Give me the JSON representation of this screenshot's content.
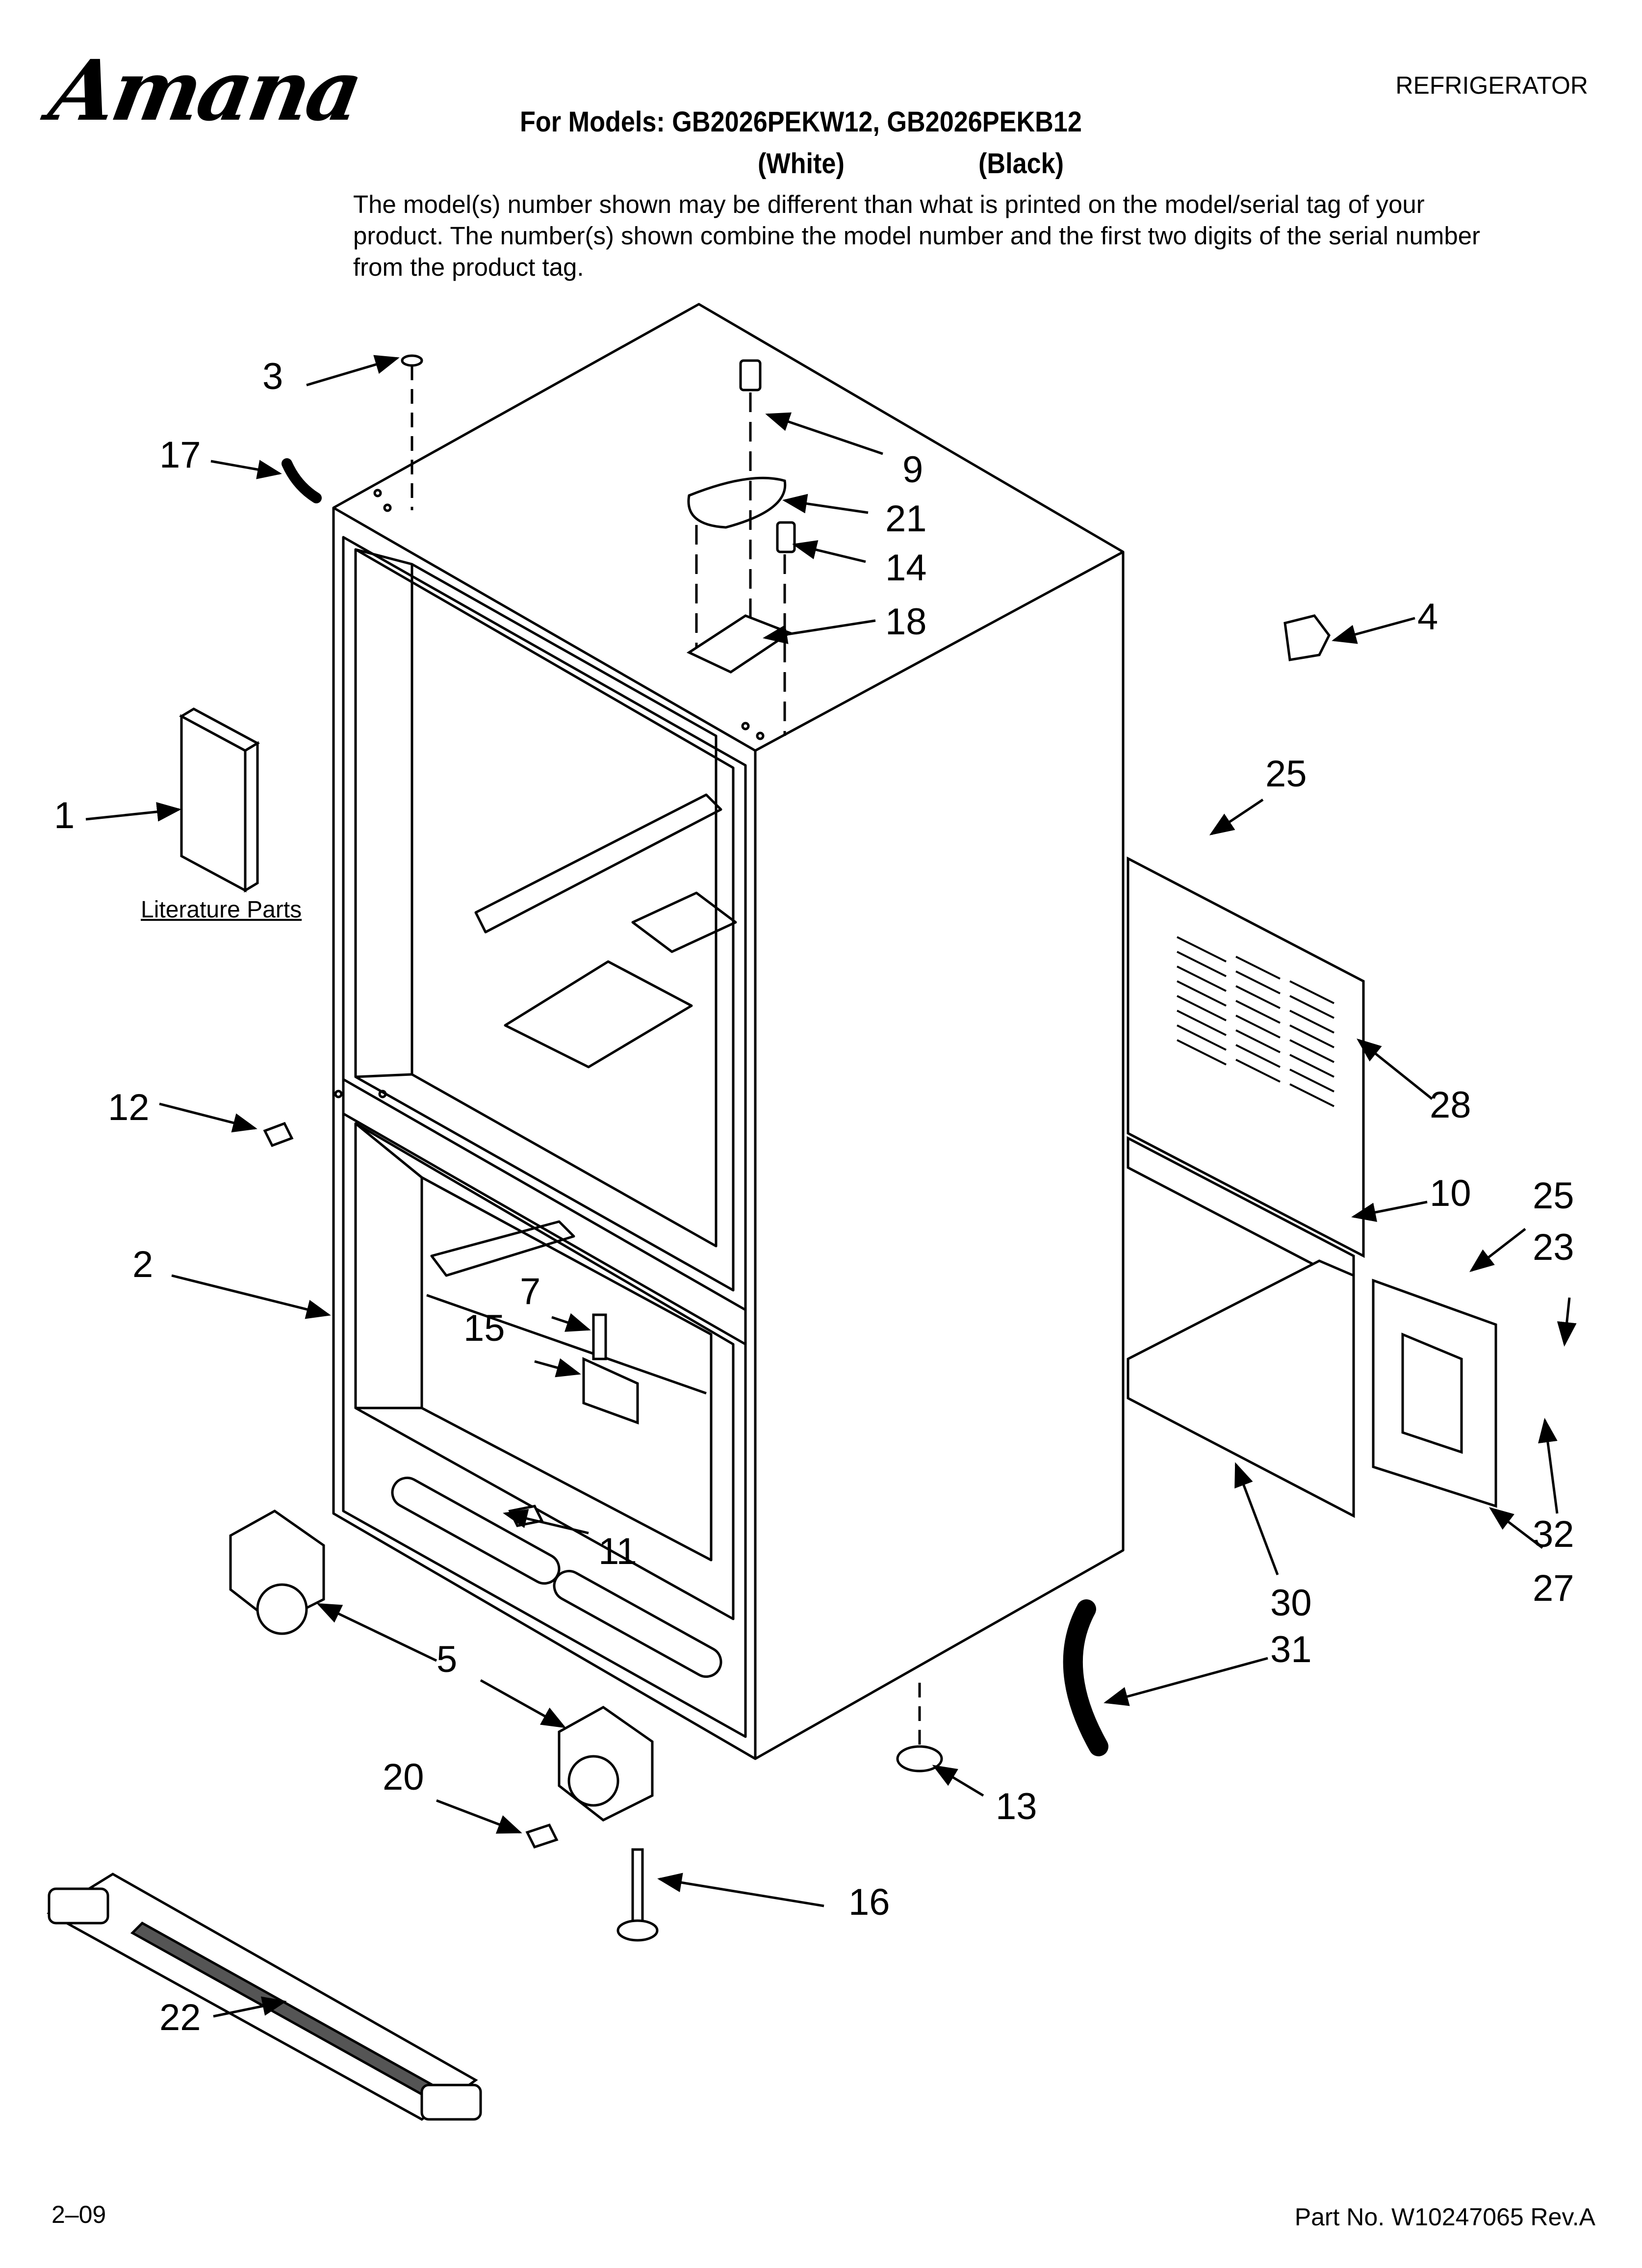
{
  "header": {
    "brand": "Amana",
    "category": "REFRIGERATOR",
    "models_line": "For Models: GB2026PEKW12, GB2026PEKB12",
    "variant_white": "(White)",
    "variant_black": "(Black)",
    "note": "The model(s) number shown may be different than what is printed on the model/serial tag of your product. The number(s) shown combine the model number and the first two digits of the serial number from the product tag."
  },
  "literature_label": "Literature Parts",
  "callouts": {
    "c1": "1",
    "c2": "2",
    "c3": "3",
    "c4": "4",
    "c5": "5",
    "c7": "7",
    "c9": "9",
    "c10": "10",
    "c11": "11",
    "c12": "12",
    "c13": "13",
    "c14": "14",
    "c15": "15",
    "c16": "16",
    "c17": "17",
    "c18": "18",
    "c20": "20",
    "c21": "21",
    "c22": "22",
    "c23": "23",
    "c25a": "25",
    "c25b": "25",
    "c27": "27",
    "c28": "28",
    "c30": "30",
    "c31": "31",
    "c32": "32"
  },
  "footer": {
    "date": "2–09",
    "part_number": "Part No. W10247065 Rev.A"
  }
}
